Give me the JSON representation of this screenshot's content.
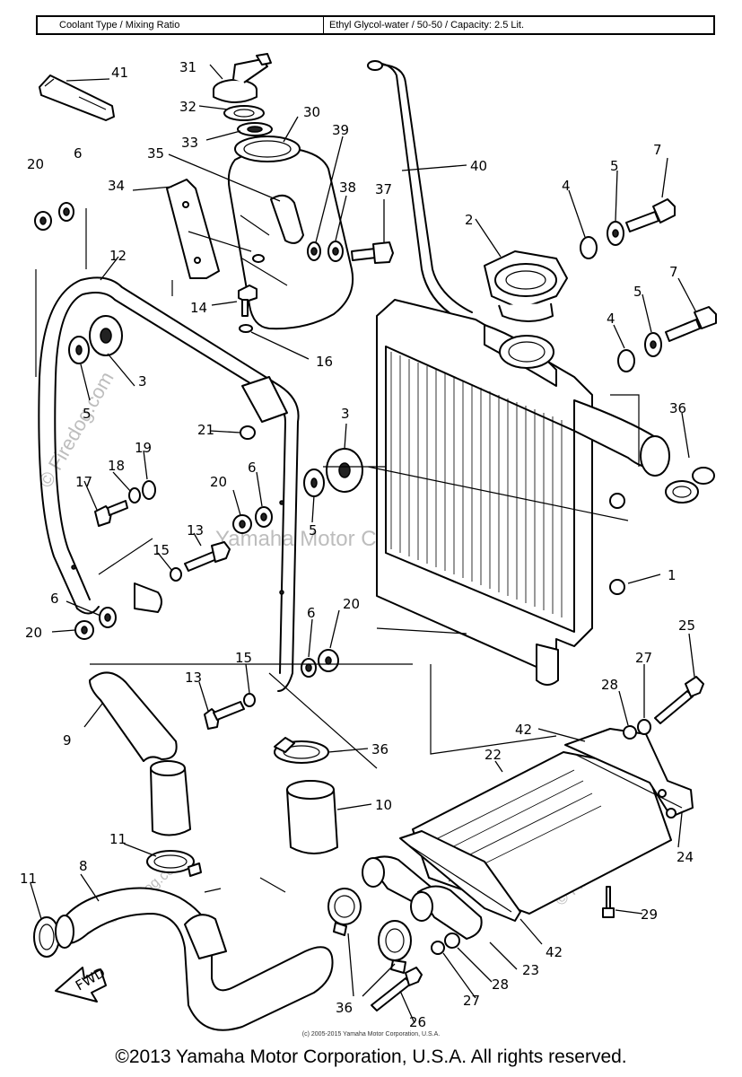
{
  "spec_table": {
    "left": "Coolant Type / Mixing Ratio",
    "right": "Ethyl Glycol-water / 50-50 / Capacity: 2.5 Lit."
  },
  "watermarks": {
    "diagonal": "© Firedog.com",
    "center": "Yamaha Motor Corp, U.S.A."
  },
  "fwd_label": "FWD",
  "callouts": [
    {
      "id": "c1",
      "text": "1"
    },
    {
      "id": "c2",
      "text": "2"
    },
    {
      "id": "c3a",
      "text": "3"
    },
    {
      "id": "c3b",
      "text": "3"
    },
    {
      "id": "c4a",
      "text": "4"
    },
    {
      "id": "c4b",
      "text": "4"
    },
    {
      "id": "c5a",
      "text": "5"
    },
    {
      "id": "c5b",
      "text": "5"
    },
    {
      "id": "c5c",
      "text": "5"
    },
    {
      "id": "c5d",
      "text": "5"
    },
    {
      "id": "c6a",
      "text": "6"
    },
    {
      "id": "c6b",
      "text": "6"
    },
    {
      "id": "c6c",
      "text": "6"
    },
    {
      "id": "c6d",
      "text": "6"
    },
    {
      "id": "c7a",
      "text": "7"
    },
    {
      "id": "c7b",
      "text": "7"
    },
    {
      "id": "c8",
      "text": "8"
    },
    {
      "id": "c9",
      "text": "9"
    },
    {
      "id": "c10",
      "text": "10"
    },
    {
      "id": "c11a",
      "text": "11"
    },
    {
      "id": "c11b",
      "text": "11"
    },
    {
      "id": "c12",
      "text": "12"
    },
    {
      "id": "c13a",
      "text": "13"
    },
    {
      "id": "c13b",
      "text": "13"
    },
    {
      "id": "c14",
      "text": "14"
    },
    {
      "id": "c15a",
      "text": "15"
    },
    {
      "id": "c15b",
      "text": "15"
    },
    {
      "id": "c16",
      "text": "16"
    },
    {
      "id": "c17",
      "text": "17"
    },
    {
      "id": "c18",
      "text": "18"
    },
    {
      "id": "c19",
      "text": "19"
    },
    {
      "id": "c20a",
      "text": "20"
    },
    {
      "id": "c20b",
      "text": "20"
    },
    {
      "id": "c20c",
      "text": "20"
    },
    {
      "id": "c20d",
      "text": "20"
    },
    {
      "id": "c21",
      "text": "21"
    },
    {
      "id": "c22",
      "text": "22"
    },
    {
      "id": "c23",
      "text": "23"
    },
    {
      "id": "c24",
      "text": "24"
    },
    {
      "id": "c25",
      "text": "25"
    },
    {
      "id": "c26",
      "text": "26"
    },
    {
      "id": "c27a",
      "text": "27"
    },
    {
      "id": "c27b",
      "text": "27"
    },
    {
      "id": "c28a",
      "text": "28"
    },
    {
      "id": "c28b",
      "text": "28"
    },
    {
      "id": "c29",
      "text": "29"
    },
    {
      "id": "c30",
      "text": "30"
    },
    {
      "id": "c31",
      "text": "31"
    },
    {
      "id": "c32",
      "text": "32"
    },
    {
      "id": "c33",
      "text": "33"
    },
    {
      "id": "c34",
      "text": "34"
    },
    {
      "id": "c35",
      "text": "35"
    },
    {
      "id": "c36a",
      "text": "36"
    },
    {
      "id": "c36b",
      "text": "36"
    },
    {
      "id": "c36c",
      "text": "36"
    },
    {
      "id": "c37",
      "text": "37"
    },
    {
      "id": "c38",
      "text": "38"
    },
    {
      "id": "c39",
      "text": "39"
    },
    {
      "id": "c40",
      "text": "40"
    },
    {
      "id": "c41",
      "text": "41"
    },
    {
      "id": "c42a",
      "text": "42"
    },
    {
      "id": "c42b",
      "text": "42"
    }
  ],
  "small_copyright": "(c) 2005-2015 Yamaha Motor Corporation, U.S.A.",
  "footer": "©2013 Yamaha Motor Corporation, U.S.A. All rights reserved."
}
